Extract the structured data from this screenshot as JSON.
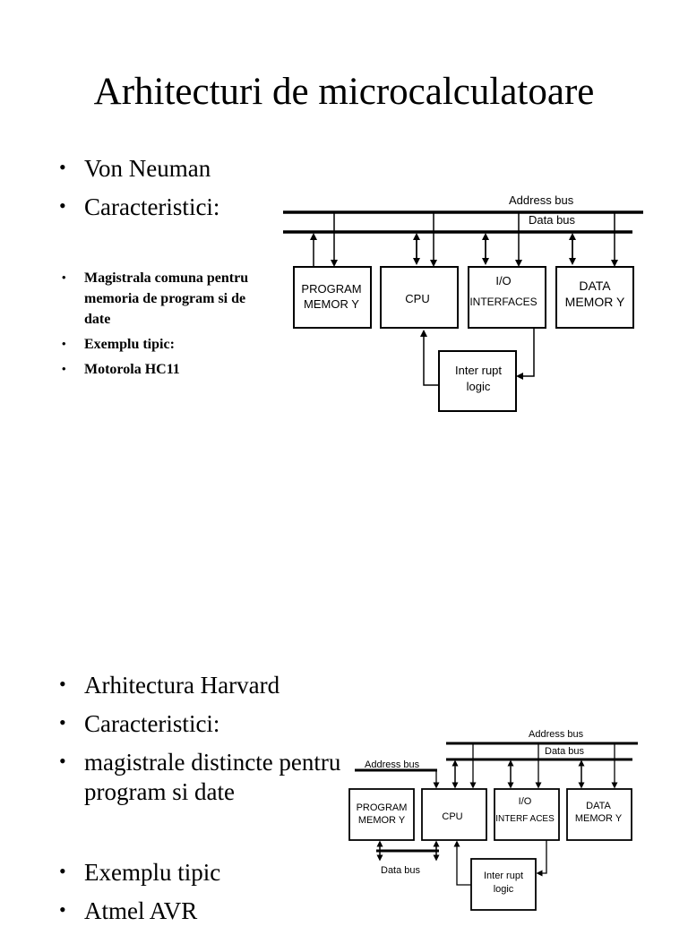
{
  "title": "Arhitecturi de microcalculatoare",
  "section1": {
    "bullets": [
      "Von Neuman",
      "Caracteristici:"
    ],
    "details": [
      "Magistrala comuna pentru memoria de program si de date",
      "Exemplu tipic:",
      "Motorola HC11"
    ],
    "diagram": {
      "address_bus": "Address bus",
      "data_bus": "Data bus",
      "program_memory": [
        "PROGRAM",
        "MEMOR Y"
      ],
      "cpu": "CPU",
      "io": [
        "I/O",
        "INTERFACES"
      ],
      "data_memory": [
        "DATA",
        "MEMOR Y"
      ],
      "interrupt": [
        "Inter rupt",
        "logic"
      ]
    }
  },
  "section2": {
    "bullets": [
      "Arhitectura Harvard",
      "Caracteristici:",
      "magistrale distincte pentru program si date"
    ],
    "bullets_lower": [
      "Exemplu tipic",
      "Atmel AVR"
    ],
    "diagram": {
      "address_bus": "Address bus",
      "data_bus": "Data bus",
      "prog_address_bus": "Address bus",
      "prog_data_bus": "Data bus",
      "program_memory": [
        "PROGRAM",
        "MEMOR Y"
      ],
      "cpu": "CPU",
      "io": [
        "I/O",
        "INTERF  ACES"
      ],
      "data_memory": [
        "DATA",
        "MEMOR Y"
      ],
      "interrupt": [
        "Inter rupt",
        "logic"
      ]
    }
  }
}
